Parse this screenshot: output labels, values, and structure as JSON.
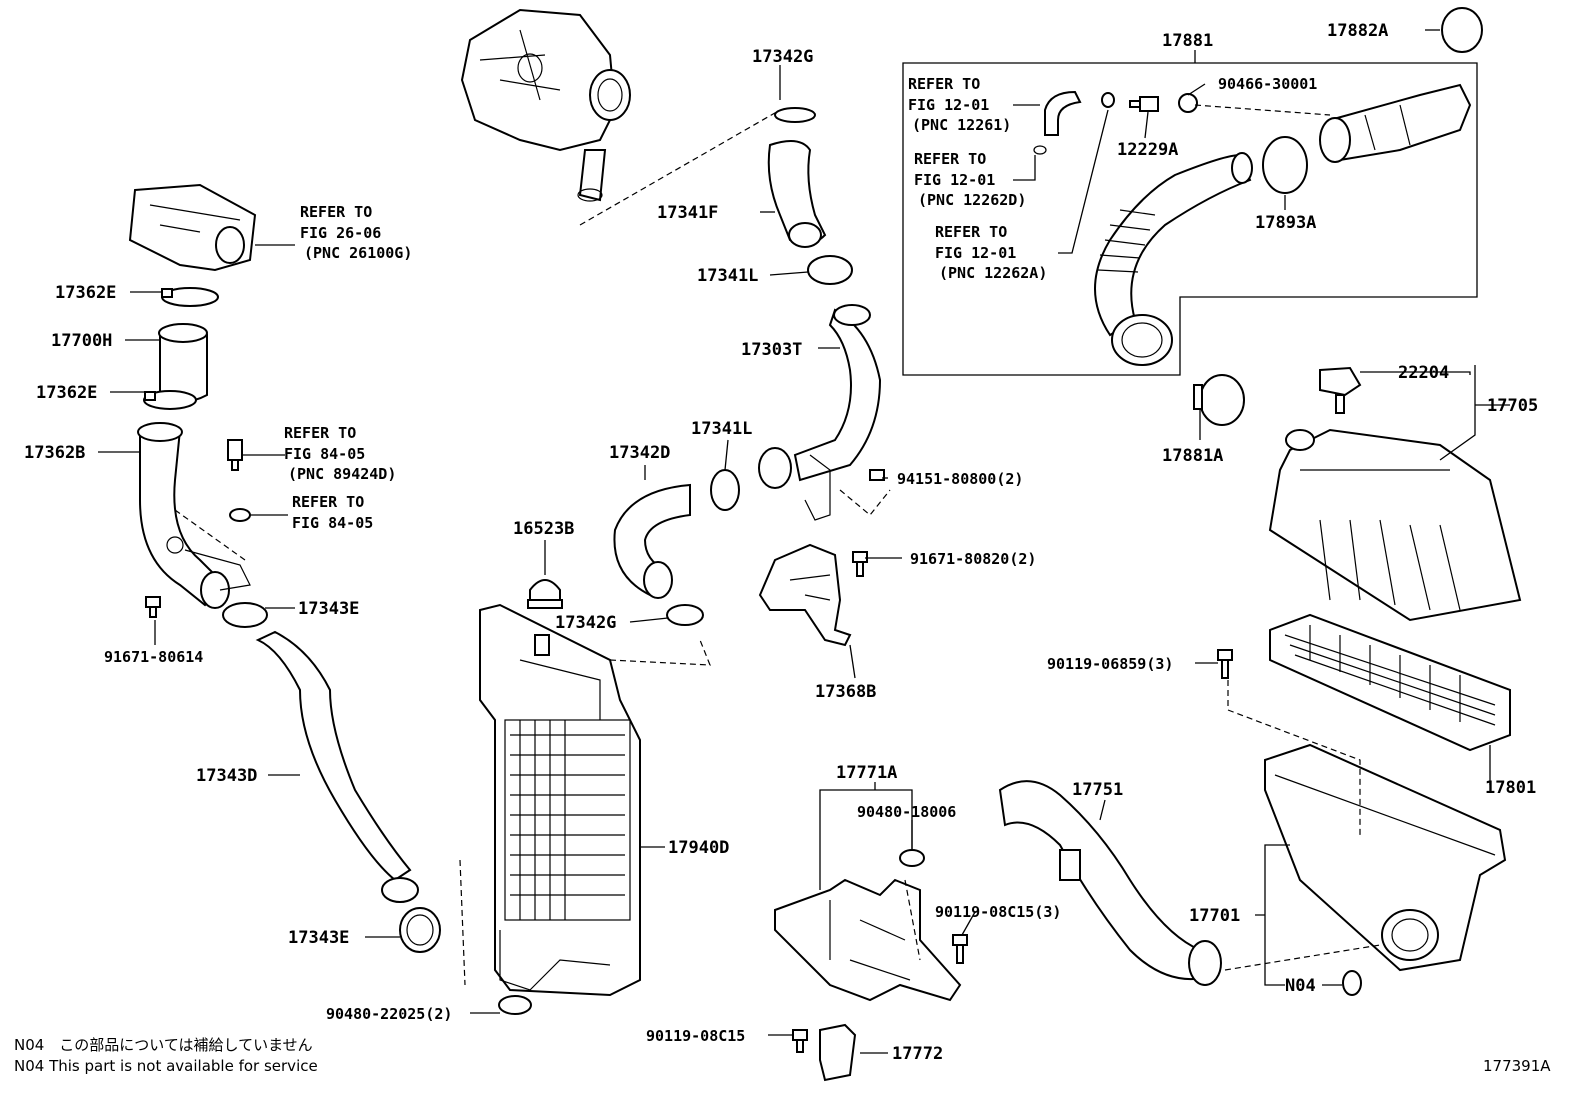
{
  "labels": {
    "l_17882A": "17882A",
    "l_17881": "17881",
    "l_17342G_top": "17342G",
    "l_90466": "90466-30001",
    "l_12229A": "12229A",
    "l_17893A": "17893A",
    "l_17341F": "17341F",
    "l_17341L_top": "17341L",
    "l_17303T": "17303T",
    "l_17341L_mid": "17341L",
    "l_17342D": "17342D",
    "l_16523B": "16523B",
    "l_17342G_mid": "17342G",
    "l_94151": "94151-80800(2)",
    "l_91671_820": "91671-80820(2)",
    "l_17368B": "17368B",
    "l_17881A": "17881A",
    "l_22204": "22204",
    "l_17705": "17705",
    "l_90119_06859": "90119-06859(3)",
    "l_17801": "17801",
    "l_17751": "17751",
    "l_17771A": "17771A",
    "l_90480_18006": "90480-18006",
    "l_90119_08C15_3": "90119-08C15(3)",
    "l_17701": "17701",
    "l_N04": "N04",
    "l_90119_08C15": "90119-08C15",
    "l_17772": "17772",
    "l_17940D": "17940D",
    "l_90480_22025": "90480-22025(2)",
    "l_17343E_bot": "17343E",
    "l_17343D": "17343D",
    "l_17343E_top": "17343E",
    "l_91671_80614": "91671-80614",
    "l_17362B": "17362B",
    "l_17362E_bot": "17362E",
    "l_17700H": "17700H",
    "l_17362E_top": "17362E"
  },
  "refs": {
    "r1": [
      "REFER TO",
      "FIG 12-01",
      "(PNC 12261)"
    ],
    "r2": [
      "REFER TO",
      "FIG 12-01",
      "(PNC 12262D)"
    ],
    "r3": [
      "REFER TO",
      "FIG 12-01",
      "(PNC 12262A)"
    ],
    "r4": [
      "REFER TO",
      "FIG 26-06",
      "(PNC 26100G)"
    ],
    "r5": [
      "REFER TO",
      "FIG 84-05",
      "(PNC 89424D)"
    ],
    "r6": [
      "REFER TO",
      "FIG 84-05"
    ]
  },
  "notes": {
    "jp": "N04　この部品については補給していません",
    "en": "N04  This part is not available for service"
  },
  "figure_id": "177391A"
}
